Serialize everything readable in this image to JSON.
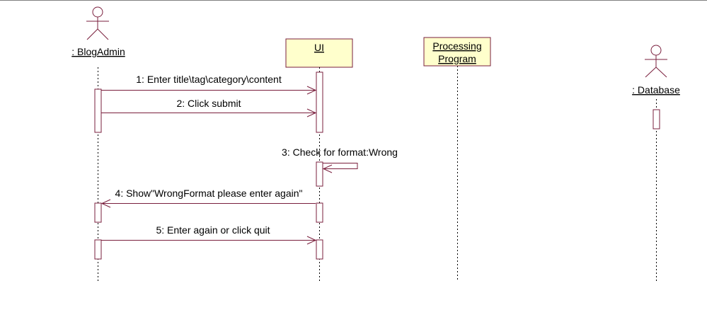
{
  "participants": {
    "blogadmin": {
      "kind": "actor",
      "label": ": BlogAdmin"
    },
    "ui": {
      "kind": "object",
      "label": "UI"
    },
    "processing": {
      "kind": "object",
      "label_line1": "Processing",
      "label_line2": "Program"
    },
    "database": {
      "kind": "actor",
      "label": ": Database"
    }
  },
  "messages": [
    {
      "label": "1: Enter title\\tag\\category\\content",
      "from": "blogadmin",
      "to": "ui"
    },
    {
      "label": "2: Click submit",
      "from": "blogadmin",
      "to": "ui"
    },
    {
      "label": "3: Check for format:Wrong",
      "from": "ui",
      "to": "ui"
    },
    {
      "label": "4: Show\"WrongFormat please enter again\"",
      "from": "ui",
      "to": "blogadmin"
    },
    {
      "label": "5: Enter again or click quit",
      "from": "blogadmin",
      "to": "ui"
    }
  ],
  "colors": {
    "line": "#7a1f3d",
    "object_fill": "#ffffcc",
    "activation_fill": "#ffffff",
    "top_border": "#808080"
  }
}
